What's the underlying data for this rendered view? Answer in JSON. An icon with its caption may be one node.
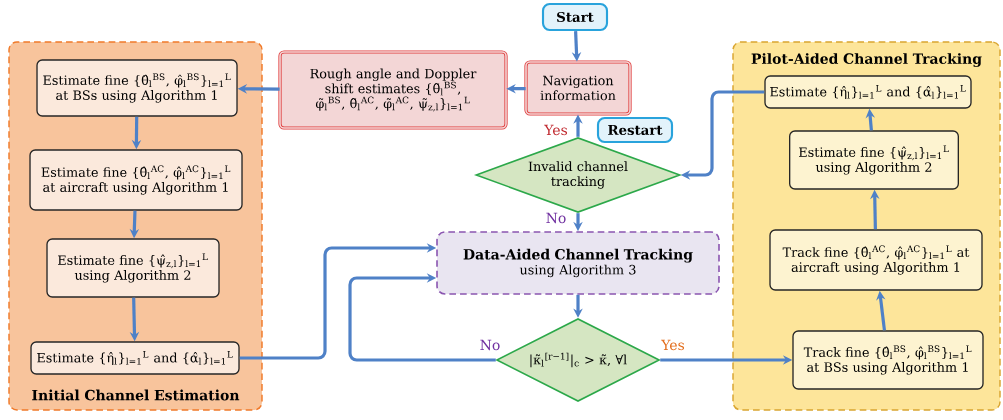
{
  "diagram": {
    "nodes": [
      {
        "text": [
          "Start"
        ]
      },
      {
        "text": [
          "Navigation information"
        ]
      },
      {
        "text": [
          "Rough angle and Doppler shift estimates {θ̃$_{l}$$^{BS}$, φ̃$_{l}$$^{BS}$, θ̃$_{l}$$^{AC}$, φ̃$_{l}$$^{AC}$, ψ̃$_{z,l}$}$_{l=1}$$^{L}$"
        ]
      },
      {
        "text": [
          "Initial Channel Estimation"
        ]
      },
      {
        "text": [
          "Estimate fine {θ̂$_{l}$$^{BS}$, φ̂$_{l}$$^{BS}$}$_{l=1}$$^{L}$ at BSs using Algorithm 1"
        ],
        "in": 3
      },
      {
        "text": [
          "Estimate fine {θ̂$_{l}$$^{AC}$, φ̂$_{l}$$^{AC}$}$_{l=1}$$^{L}$ at aircraft using Algorithm 1"
        ],
        "in": 3
      },
      {
        "text": [
          "Estimate fine {ψ̂$_{z,l}$}$_{l=1}$$^{L}$ using Algorithm 2"
        ],
        "in": 3
      },
      {
        "text": [
          "Estimate {η̂$_{l}$}$_{l=1}$$^{L}$ and {α̂$_{l}$}$_{l=1}$$^{L}$"
        ],
        "in": 3
      },
      {
        "text": [
          "Invalid channel tracking"
        ]
      },
      {
        "text": [
          "Restart"
        ]
      },
      {
        "text": [
          "Data-Aided Channel Tracking",
          "using Algorithm 3"
        ]
      },
      {
        "text": [
          "|κ̃$_{l}$$^{[r−1]}$|$_{c}$ > κ̃, ∀l"
        ]
      },
      {
        "text": [
          "Pilot-Aided Channel Tracking"
        ]
      },
      {
        "text": [
          "Track fine {θ̂$_{l}$$^{BS}$, φ̂$_{l}$$^{BS}$}$_{l=1}$$^{L}$ at BSs using Algorithm 1"
        ],
        "in": 12
      },
      {
        "text": [
          "Track fine {θ̂$_{l}$$^{AC}$, φ̂$_{l}$$^{AC}$}$_{l=1}$$^{L}$ at aircraft using Algorithm 1"
        ],
        "in": 12
      },
      {
        "text": [
          "Estimate fine {ψ̂$_{z,l}$}$_{l=1}$$^{L}$ using Algorithm 2"
        ],
        "in": 12
      },
      {
        "text": [
          "Estimate {η̂$_{l}$}$_{l=1}$$^{L}$ and {α̂$_{l}$}$_{l=1}$$^{L}$"
        ],
        "in": 12
      }
    ],
    "edges": [
      {
        "from": 0,
        "to": 1,
        "arrow": "to"
      },
      {
        "from": 1,
        "to": 2,
        "arrow": "to"
      },
      {
        "from": 2,
        "to": 4,
        "arrow": "to"
      },
      {
        "from": 4,
        "to": 5,
        "arrow": "to"
      },
      {
        "from": 5,
        "to": 6,
        "arrow": "to"
      },
      {
        "from": 6,
        "to": 7,
        "arrow": "to"
      },
      {
        "from": 7,
        "to": 10,
        "arrow": "to"
      },
      {
        "from": 8,
        "to": 1,
        "arrow": "to",
        "label": "Yes"
      },
      {
        "from": 8,
        "to": 10,
        "arrow": "to",
        "label": "No"
      },
      {
        "from": 10,
        "to": 11,
        "arrow": "to"
      },
      {
        "from": 11,
        "to": 13,
        "arrow": "to",
        "label": "Yes"
      },
      {
        "from": 11,
        "to": 10,
        "arrow": "to",
        "label": "No"
      },
      {
        "from": 13,
        "to": 14,
        "arrow": "to"
      },
      {
        "from": 14,
        "to": 15,
        "arrow": "to"
      },
      {
        "from": 15,
        "to": 16,
        "arrow": "to"
      },
      {
        "from": 16,
        "to": 8,
        "arrow": "to"
      }
    ]
  }
}
